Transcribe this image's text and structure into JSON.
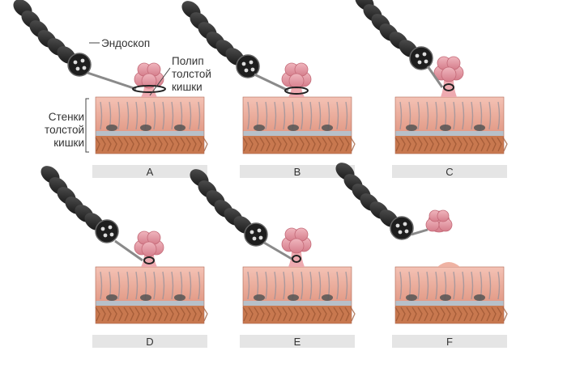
{
  "callouts": {
    "endoscope": "Эндоскоп",
    "polyp_lines": [
      "Полип",
      "толстой",
      "кишки"
    ],
    "wall_lines": [
      "Стенки",
      "толстой",
      "кишки"
    ]
  },
  "panels": [
    {
      "label": "A",
      "stage": "loop"
    },
    {
      "label": "B",
      "stage": "tighten"
    },
    {
      "label": "C",
      "stage": "stretch"
    },
    {
      "label": "D",
      "stage": "cut"
    },
    {
      "label": "E",
      "stage": "cut-deep"
    },
    {
      "label": "F",
      "stage": "removed"
    }
  ],
  "colors": {
    "mucosa": "#e8a08f",
    "mucosa_light": "#f2c4b6",
    "muscle": "#c8784f",
    "muscle_dark": "#9a5432",
    "polyp": "#e59aa5",
    "polyp_dark": "#c46a78",
    "scope": "#2b2b2b",
    "label_bar": "#e5e5e5"
  }
}
